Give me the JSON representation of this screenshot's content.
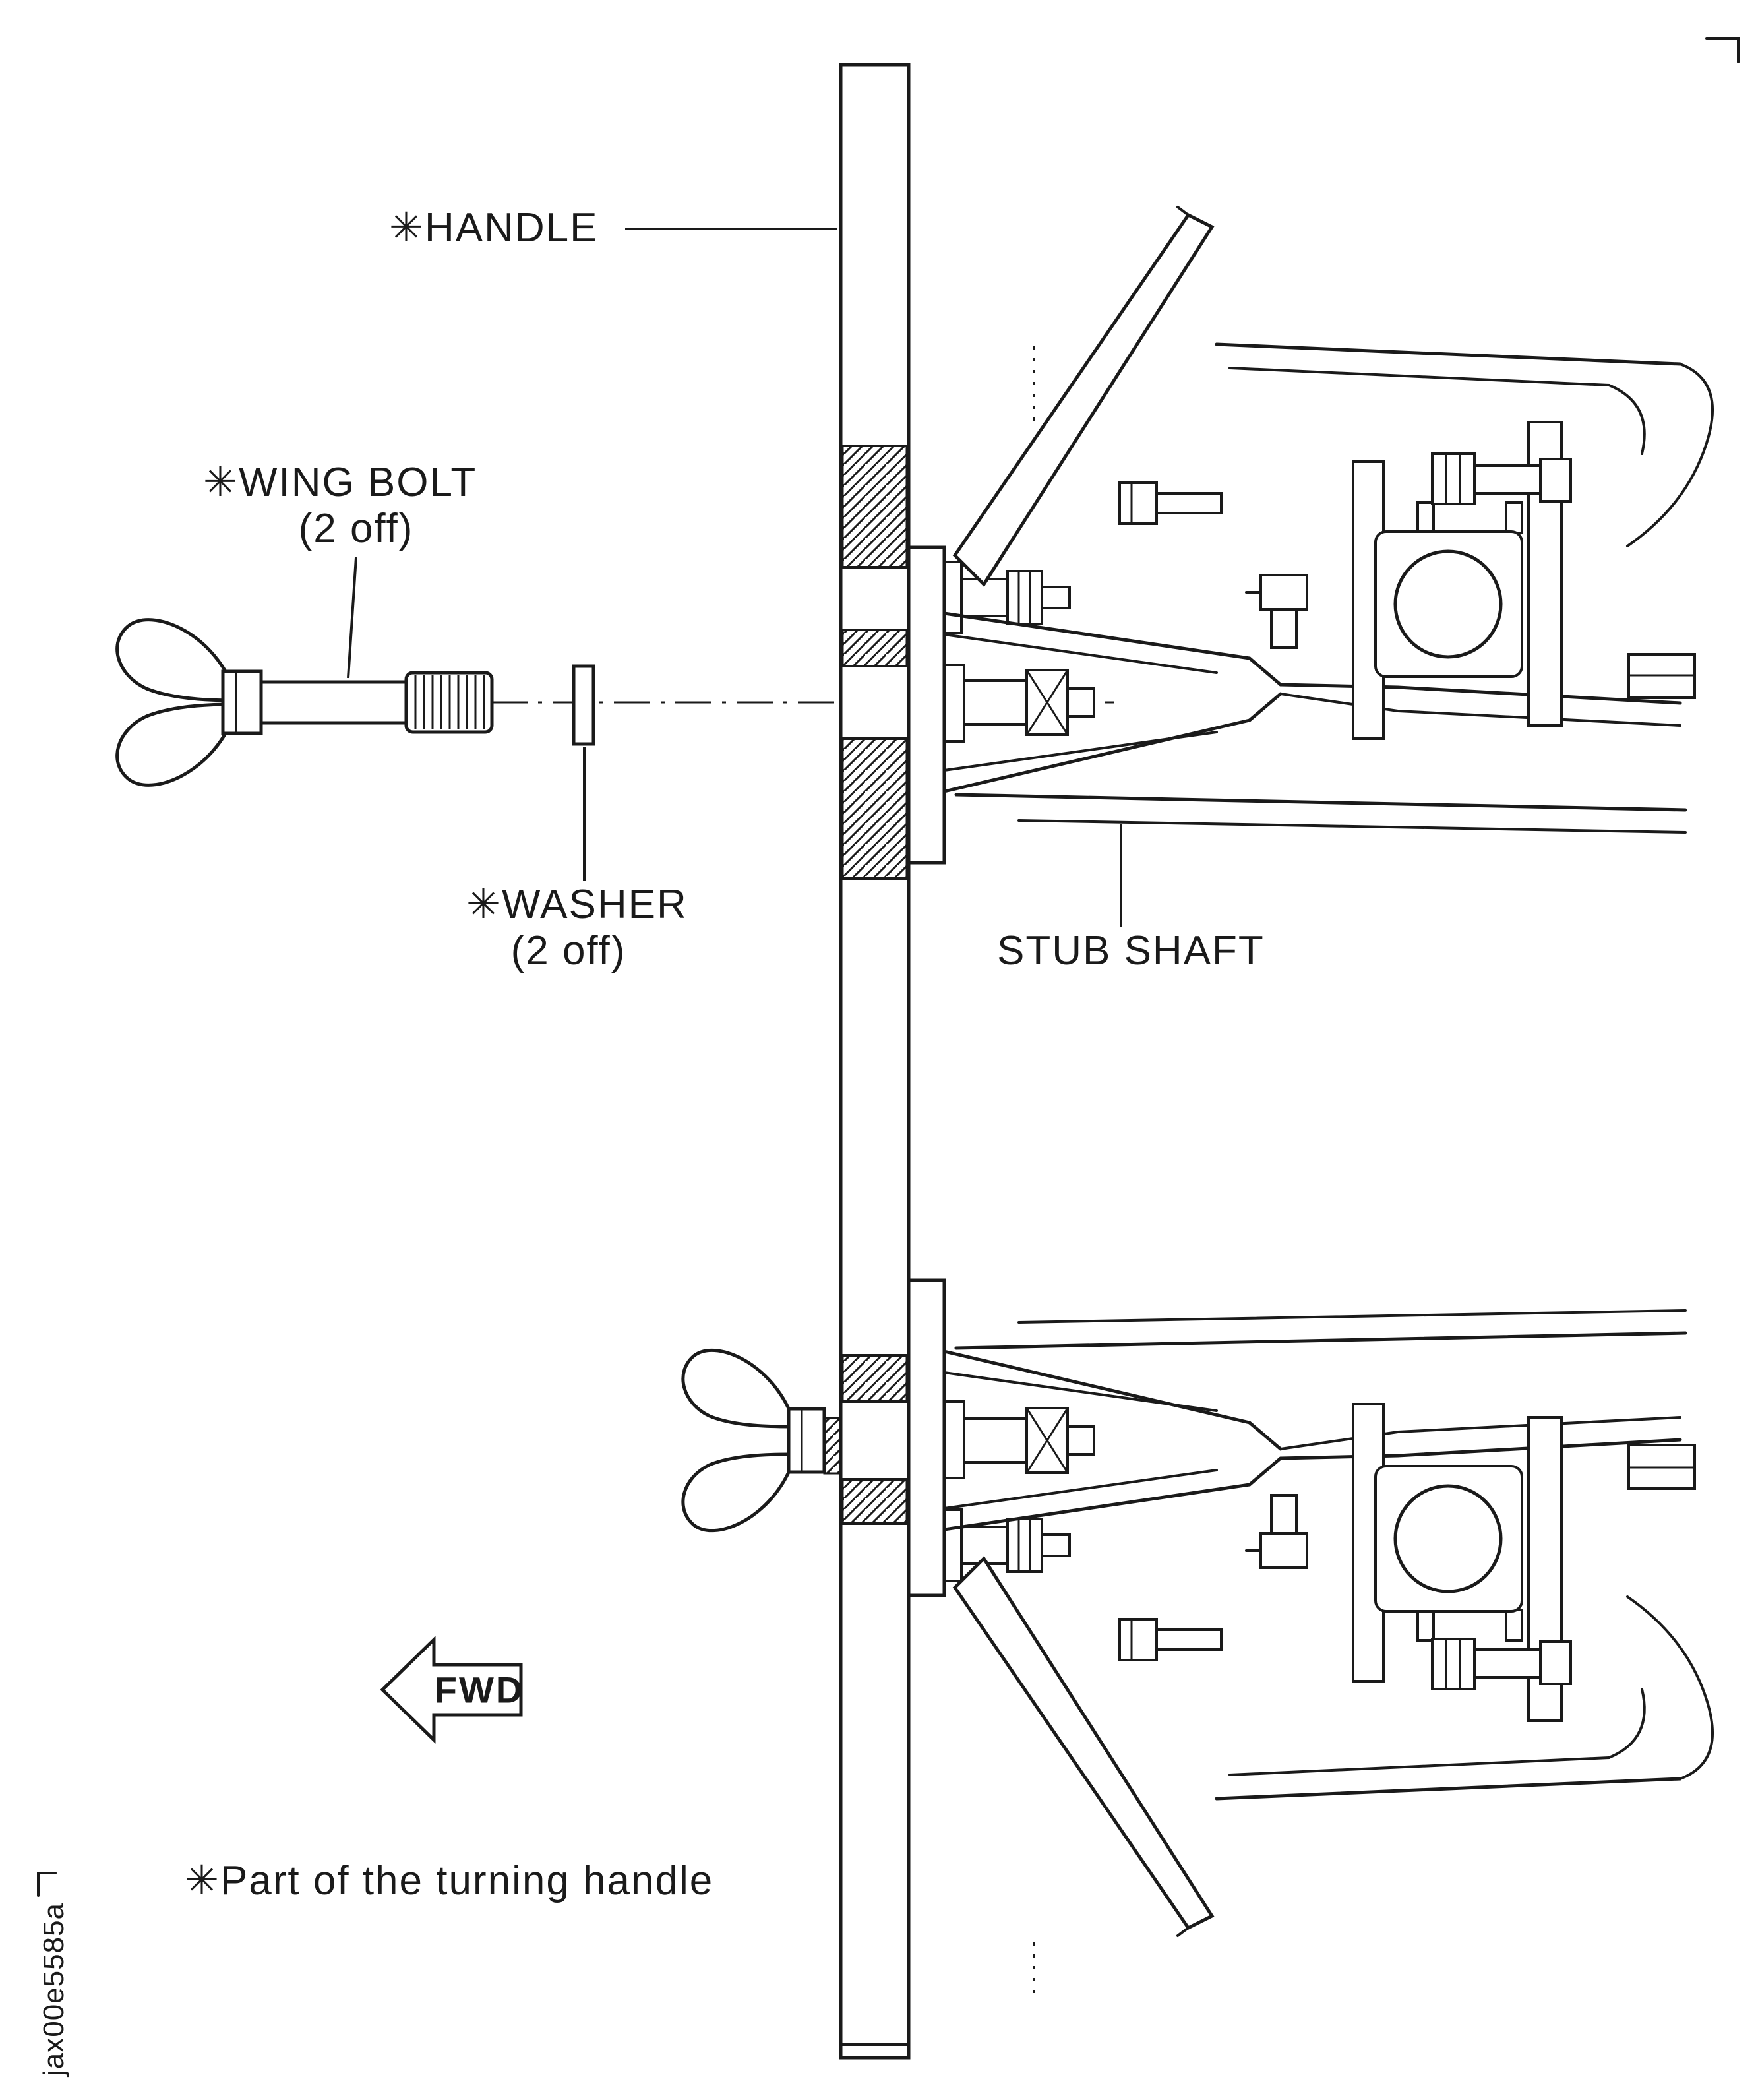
{
  "figure": {
    "type": "exploded-assembly-technical-diagram",
    "drawing_code": "jax00e5585a",
    "colors": {
      "line": "#1a1a1a",
      "background": "#ffffff"
    },
    "callouts": {
      "handle": {
        "label": "✳HANDLE"
      },
      "wing_bolt": {
        "label": "✳WING BOLT",
        "qty": "(2 off)"
      },
      "washer": {
        "label": "✳WASHER",
        "qty": "(2 off)"
      },
      "stub_shaft": {
        "label": "STUB SHAFT"
      },
      "fwd": {
        "label": "FWD"
      },
      "footnote": {
        "label": "✳Part of the turning handle"
      }
    }
  }
}
